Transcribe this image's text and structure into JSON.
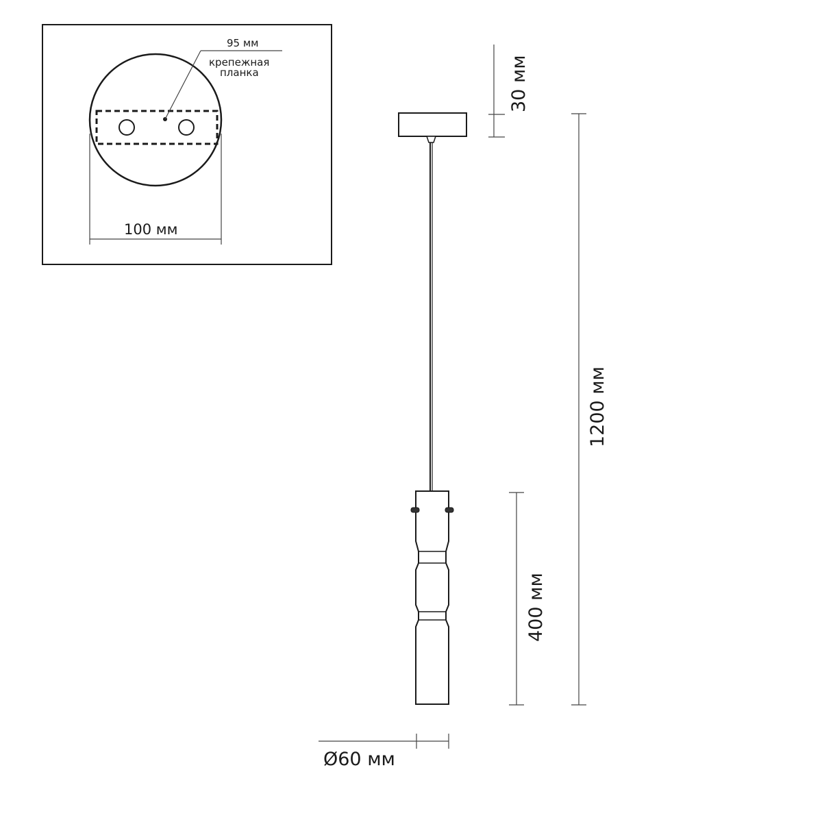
{
  "inset": {
    "plate_width_label": "95 мм",
    "plate_name_line1": "крепежная",
    "plate_name_line2": "планка",
    "canopy_diameter_label": "100 мм"
  },
  "dimensions": {
    "canopy_height": "30 мм",
    "total_height": "1200 мм",
    "shade_height": "400 мм",
    "shade_diameter": "Ø60 мм"
  },
  "colors": {
    "line": "#1a1a1a",
    "dimension_line": "#444444",
    "background": "#ffffff"
  }
}
